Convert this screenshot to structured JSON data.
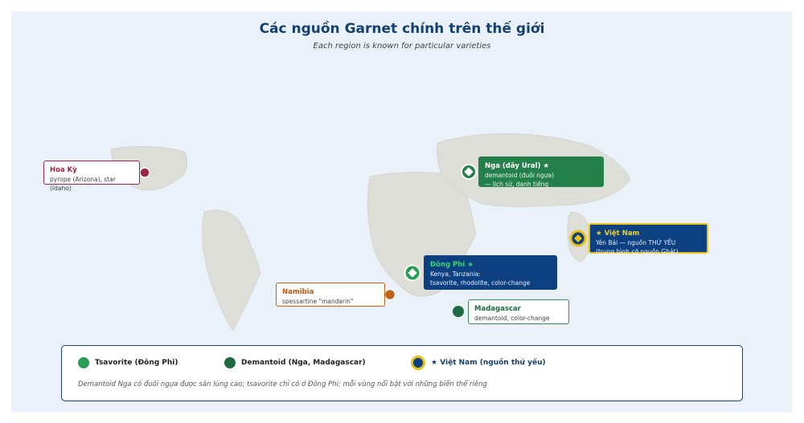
{
  "title": "Các nguồn Garnet chính trên thế giới",
  "subtitle": "Each region is known for particular varieties",
  "colors": {
    "tsavorite": "#2a9d55",
    "demantoid": "#1e6b42",
    "vietnam_fill": "#0d4080",
    "vietnam_ring": "#e8c21a",
    "usa": "#9b2448",
    "namibia": "#c0621b",
    "land": "#deded8"
  },
  "regions": {
    "usa": {
      "name": "Hoa Kỳ",
      "desc": "pyrope (Arizona), star (Idaho)"
    },
    "namibia": {
      "name": "Namibia",
      "desc": "spessartine \"mandarin\""
    },
    "russia": {
      "name": "Nga (dãy Ural) ★",
      "desc1": "demantoid (đuôi ngựa)",
      "desc2": "— lịch sử, danh tiếng"
    },
    "east_africa": {
      "name": "Đông Phi ★",
      "desc1": "Kenya, Tanzania:",
      "desc2": "tsavorite, rhodolite, color-change"
    },
    "vietnam": {
      "name": "★ Việt Nam",
      "desc1": "Yên Bái — nguồn THỨ YẾU",
      "desc2": "(trung bình cỡ nguồn Ghát)"
    },
    "madagascar": {
      "name": "Madagascar",
      "desc": "demantoid, color-change"
    }
  },
  "legend": {
    "tsavorite": "Tsavorite (Đông Phi)",
    "demantoid": "Demantoid (Nga, Madagascar)",
    "vietnam": "★ Việt Nam (nguồn thứ yếu)",
    "note": "Demantoid Nga có đuôi ngựa được săn lùng cao; tsavorite chỉ có ở Đông Phi; mỗi vùng nổi bật với những biến thể riêng"
  }
}
